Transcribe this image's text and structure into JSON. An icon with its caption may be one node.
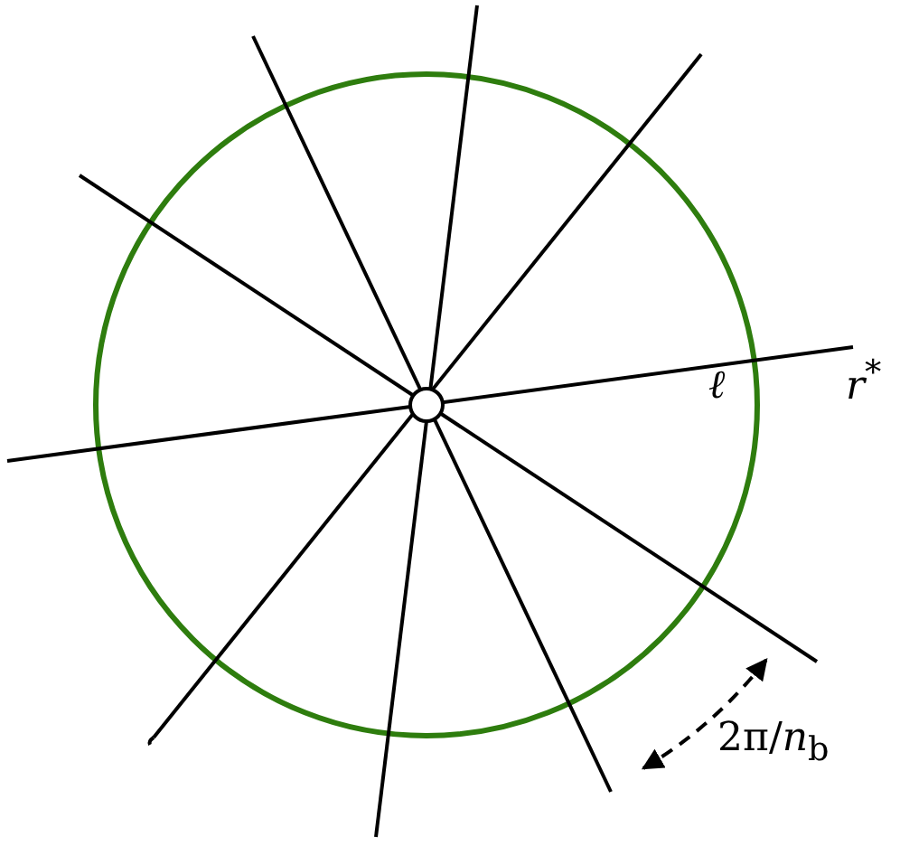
{
  "diagram": {
    "labels": [
      "r$^{*}$",
      "ℓ",
      "2π/*n*$_{b}$"
    ]
  }
}
